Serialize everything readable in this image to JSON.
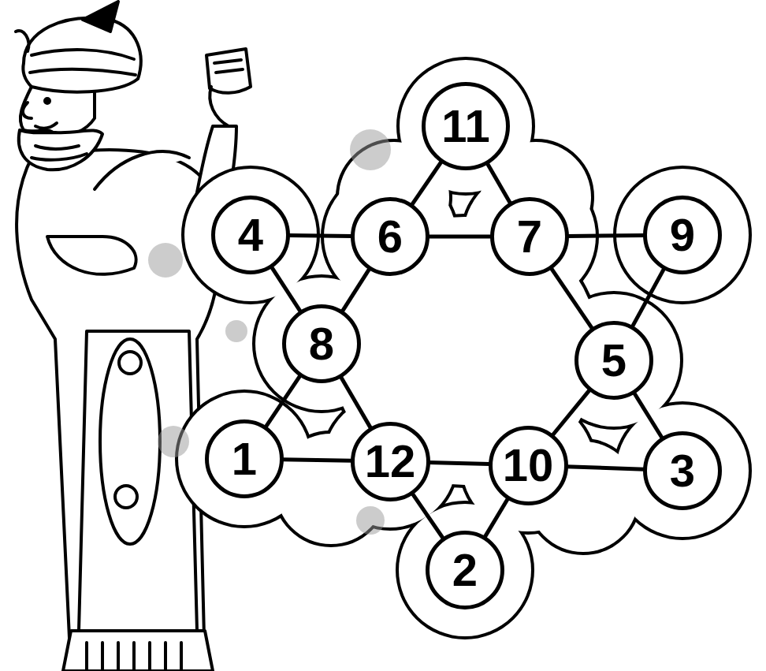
{
  "diagram": {
    "nodes": [
      {
        "text": [
          "11"
        ]
      },
      {
        "text": [
          "4"
        ]
      },
      {
        "text": [
          "6"
        ]
      },
      {
        "text": [
          "7"
        ]
      },
      {
        "text": [
          "9"
        ]
      },
      {
        "text": [
          "8"
        ]
      },
      {
        "text": [
          "5"
        ]
      },
      {
        "text": [
          "1"
        ]
      },
      {
        "text": [
          "12"
        ]
      },
      {
        "text": [
          "10"
        ]
      },
      {
        "text": [
          "3"
        ]
      },
      {
        "text": [
          "2"
        ]
      }
    ],
    "edges": [
      {
        "from": 0,
        "to": 2,
        "arrow": "none"
      },
      {
        "from": 0,
        "to": 3,
        "arrow": "none"
      },
      {
        "from": 1,
        "to": 2,
        "arrow": "none"
      },
      {
        "from": 2,
        "to": 3,
        "arrow": "none"
      },
      {
        "from": 3,
        "to": 4,
        "arrow": "none"
      },
      {
        "from": 1,
        "to": 5,
        "arrow": "none"
      },
      {
        "from": 2,
        "to": 5,
        "arrow": "none"
      },
      {
        "from": 3,
        "to": 6,
        "arrow": "none"
      },
      {
        "from": 4,
        "to": 6,
        "arrow": "none"
      },
      {
        "from": 5,
        "to": 7,
        "arrow": "none"
      },
      {
        "from": 5,
        "to": 8,
        "arrow": "none"
      },
      {
        "from": 6,
        "to": 9,
        "arrow": "none"
      },
      {
        "from": 6,
        "to": 10,
        "arrow": "none"
      },
      {
        "from": 7,
        "to": 8,
        "arrow": "none"
      },
      {
        "from": 8,
        "to": 9,
        "arrow": "none"
      },
      {
        "from": 9,
        "to": 10,
        "arrow": "none"
      },
      {
        "from": 8,
        "to": 11,
        "arrow": "none"
      },
      {
        "from": 9,
        "to": 11,
        "arrow": "none"
      }
    ]
  }
}
